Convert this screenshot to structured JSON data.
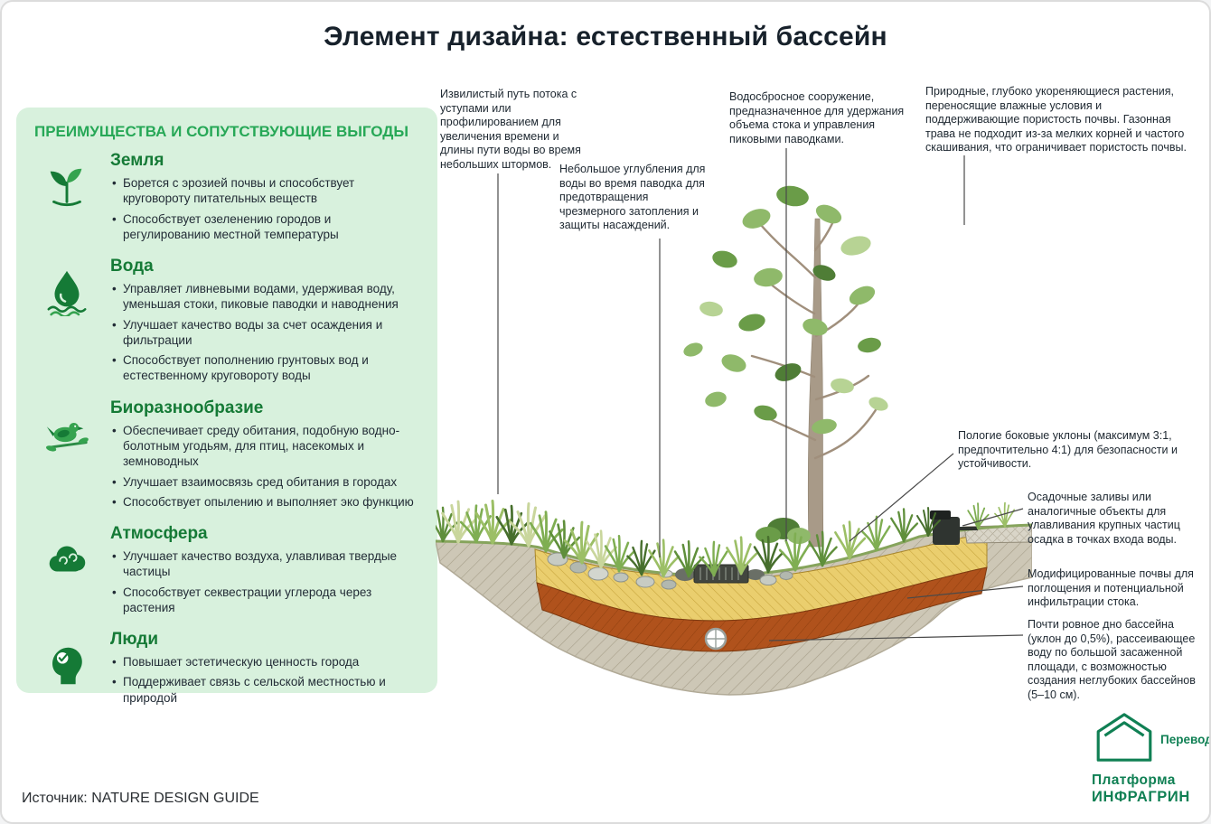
{
  "page": {
    "title": "Элемент дизайна: естественный бассейн",
    "source": "Источник: NATURE DESIGN GUIDE"
  },
  "benefits_panel": {
    "heading": "ПРЕИМУЩЕСТВА И СОПУТСТВУЮЩИЕ ВЫГОДЫ",
    "sections": [
      {
        "title": "Земля",
        "icon": "sprout-icon",
        "bullets": [
          "Борется с эрозией почвы и способствует круговороту питательных веществ",
          "Способствует озеленению городов и регулированию местной температуры"
        ]
      },
      {
        "title": "Вода",
        "icon": "water-drop-icon",
        "bullets": [
          "Управляет ливневыми водами, удерживая воду, уменьшая стоки, пиковые паводки и наводнения",
          "Улучшает качество воды за счет осаждения и фильтрации",
          "Способствует пополнению грунтовых вод и естественному круговороту воды"
        ]
      },
      {
        "title": "Биоразнообразие",
        "icon": "bird-icon",
        "bullets": [
          "Обеспечивает среду обитания, подобную водно-болотным угодьям, для птиц, насекомых и земноводных",
          "Улучшает взаимосвязь сред обитания в городах",
          "Способствует опылению и выполняет эко функцию"
        ]
      },
      {
        "title": "Атмосфера",
        "icon": "cloud-icon",
        "bullets": [
          "Улучшает качество воздуха, улавливая твердые частицы",
          "Способствует секвестрации углерода через растения"
        ]
      },
      {
        "title": "Люди",
        "icon": "head-check-icon",
        "bullets": [
          "Повышает эстетическую ценность города",
          "Поддерживает связь с сельской местностью и природой"
        ]
      }
    ]
  },
  "callouts": [
    {
      "id": "winding-path",
      "text": "Извилистый путь потока с уступами или профилированием для увеличения времени и длины пути воды во время небольших штормов."
    },
    {
      "id": "small-depressions",
      "text": "Небольшое углубления для воды во время паводка для предотвращения чрезмерного затопления и защиты насаждений."
    },
    {
      "id": "spillway",
      "text": "Водосбросное сооружение, предназначенное для удержания объема стока и управления пиковыми паводками."
    },
    {
      "id": "deep-rooted-plants",
      "text": "Природные, глубоко укореняющиеся растения, переносящие влажные условия и поддерживающие пористость почвы. Газонная трава не подходит из-за мелких корней и частого скашивания, что ограничивает пористость почвы."
    },
    {
      "id": "gentle-slopes",
      "text": "Пологие боковые уклоны (максимум 3:1, предпочтительно 4:1) для безопасности и устойчивости."
    },
    {
      "id": "sediment-bays",
      "text": "Осадочные заливы или аналогичные объекты для улавливания крупных частиц осадка в точках входа воды."
    },
    {
      "id": "modified-soils",
      "text": "Модифицированные почвы для поглощения и потенциальной инфильтрации стока."
    },
    {
      "id": "flat-bottom",
      "text": "Почти ровное дно бассейна (уклон до 0,5%), рассеивающее воду по большой засаженной площади, с возможностью создания неглубоких бассейнов (5–10 см)."
    }
  ],
  "logo": {
    "translation_label": "Перевод",
    "brand_line1": "Платформа",
    "brand_line2": "ИНФРАГРИН"
  },
  "colors": {
    "panel_bg": "#d8f1dd",
    "heading_green": "#27a857",
    "section_green": "#157a36",
    "dark_text": "#222c36",
    "brand_green": "#108054",
    "sand_layer": "#eace6e",
    "soil_brown": "#b0521c",
    "soil_grey": "#cdc7b6"
  }
}
